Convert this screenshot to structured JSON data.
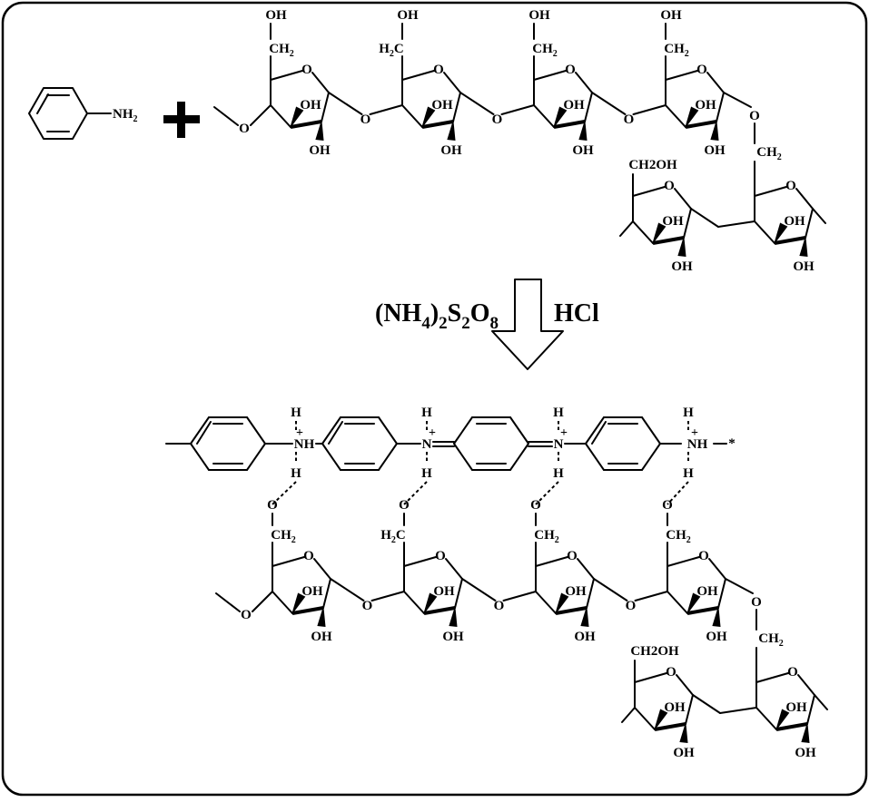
{
  "reactants": {
    "aniline_label": "NH",
    "aniline_label_sub": "2",
    "plus": "+"
  },
  "arrow": {
    "oxidant_parts": [
      "(NH",
      "4",
      ")",
      "2",
      "S",
      "2",
      "O",
      "8"
    ],
    "acid": "HCl"
  },
  "atoms": {
    "oh": "OH",
    "ch2": "CH",
    "ch2_sub": "2",
    "h2c": "H",
    "h2c_sub": "2",
    "h2c_c": "C",
    "ch2oh": "CH2OH",
    "o": "O",
    "h": "H",
    "n": "N",
    "nh": "NH",
    "plus_charge": "+",
    "star": "*"
  }
}
